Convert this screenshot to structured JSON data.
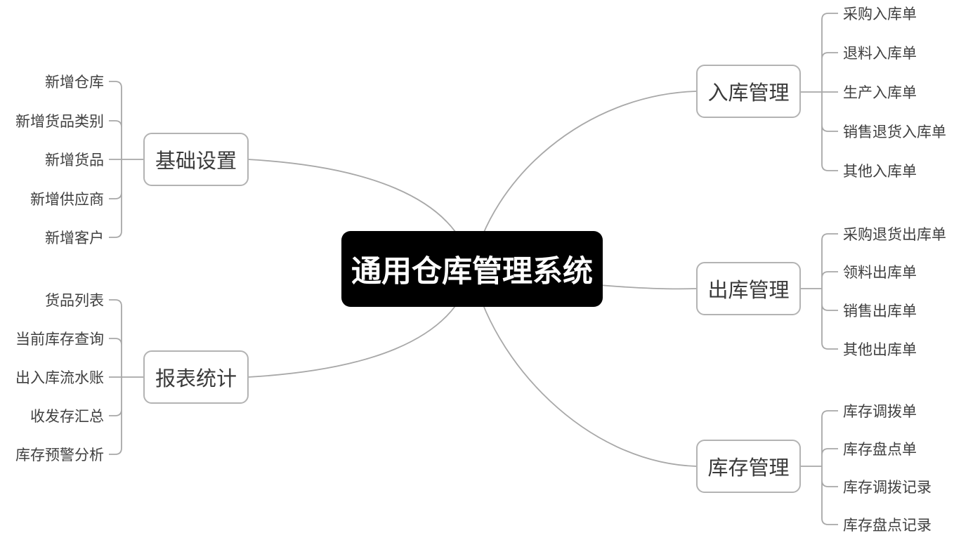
{
  "root": {
    "label": "通用仓库管理系统"
  },
  "branches": [
    {
      "label": "基础设置",
      "side": "left",
      "children": [
        "新增仓库",
        "新增货品类别",
        "新增货品",
        "新增供应商",
        "新增客户"
      ]
    },
    {
      "label": "报表统计",
      "side": "left",
      "children": [
        "货品列表",
        "当前库存查询",
        "出入库流水账",
        "收发存汇总",
        "库存预警分析"
      ]
    },
    {
      "label": "入库管理",
      "side": "right",
      "children": [
        "采购入库单",
        "退料入库单",
        "生产入库单",
        "销售退货入库单",
        "其他入库单"
      ]
    },
    {
      "label": "出库管理",
      "side": "right",
      "children": [
        "采购退货出库单",
        "领料出库单",
        "销售出库单",
        "其他出库单"
      ]
    },
    {
      "label": "库存管理",
      "side": "right",
      "children": [
        "库存调拨单",
        "库存盘点单",
        "库存调拨记录",
        "库存盘点记录"
      ]
    }
  ],
  "colors": {
    "background": "#ffffff",
    "root_bg": "#000000",
    "root_text": "#ffffff",
    "line": "#a8a8a8",
    "node_border": "#b3b3b3",
    "node_text": "#3a3a3a",
    "leaf_text": "#404040"
  }
}
